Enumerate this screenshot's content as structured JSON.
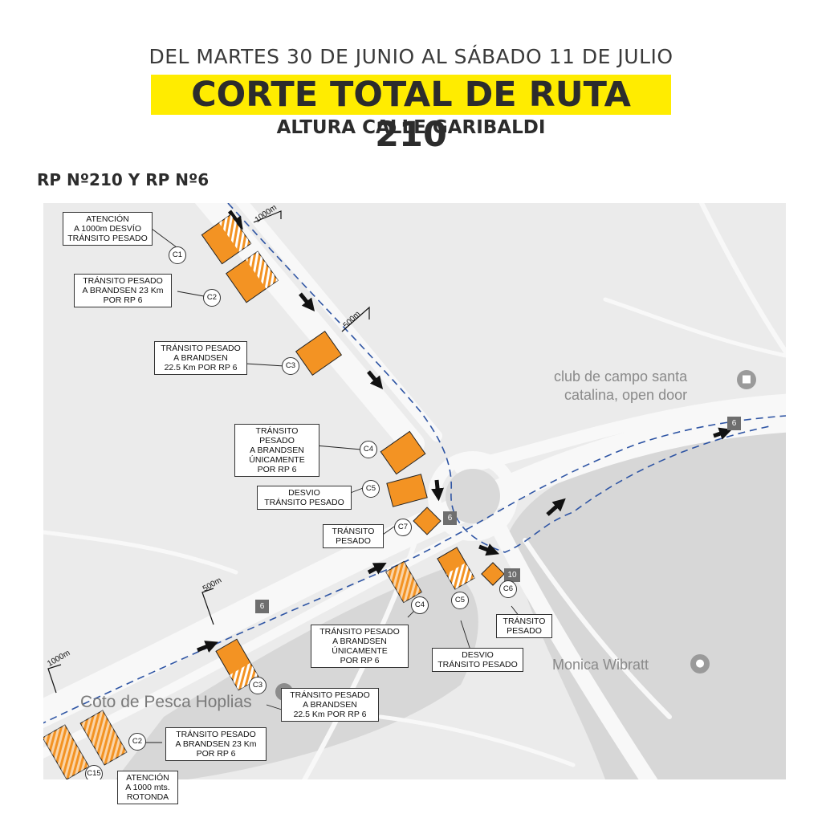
{
  "header": {
    "date_range": "DEL MARTES 30 DE JUNIO AL SÁBADO 11 DE JULIO",
    "title": "CORTE TOTAL DE RUTA 210",
    "subtitle": "ALTURA CALLE GARIBALDI",
    "routes": "RP Nº210 Y RP Nº6",
    "title_bg_color": "#ffec00"
  },
  "map": {
    "pois": {
      "club_line1": "club de campo santa",
      "club_line2": "catalina, open door",
      "monica": "Monica Wibratt",
      "coto": "Coto de Pesca Hoplias"
    },
    "shields": {
      "route6_north": "6",
      "route6_west": "6",
      "route6_center": "6",
      "route10": "10"
    },
    "distances": {
      "d1000m_north": "1000m",
      "d500m_north": "500m",
      "d500m_west": "500m",
      "d1000m_west": "1000m"
    },
    "sign_labels": {
      "c1": "ATENCIÓN\nA 1000m DESVÍO\nTRÁNSITO PESADO",
      "c2_north": "TRÁNSITO PESADO\nA BRANDSEN 23 Km\nPOR RP 6",
      "c3_north": "TRÁNSITO PESADO\nA BRANDSEN\n22.5 Km POR RP 6",
      "c4_north": "TRÁNSITO PESADO\nA BRANDSEN\nÚNICAMENTE\nPOR RP 6",
      "c5_north": "DESVIO\nTRÁNSITO PESADO",
      "c7": "TRÁNSITO\nPESADO",
      "c4_south": "TRÁNSITO PESADO\nA BRANDSEN\nÚNICAMENTE\nPOR RP 6",
      "c5_south": "DESVIO\nTRÁNSITO PESADO",
      "c6": "TRÁNSITO\nPESADO",
      "c3_south": "TRÁNSITO PESADO\nA BRANDSEN\n22.5 Km POR RP 6",
      "c2_south": "TRÁNSITO PESADO\nA BRANDSEN 23 Km\nPOR RP 6",
      "c15": "ATENCIÓN\nA 1000 mts.\nROTONDA"
    },
    "codes": {
      "c1": "C1",
      "c2_north": "C2",
      "c3_north": "C3",
      "c4_north": "C4",
      "c5_north": "C5",
      "c7": "C7",
      "c4_south": "C4",
      "c5_south": "C5",
      "c6": "C6",
      "c3_south": "C3",
      "c2_south": "C2",
      "c15": "C15"
    },
    "colors": {
      "map_bg": "#ebebeb",
      "road": "#f8f8f8",
      "lake": "#d7d7d7",
      "sign_orange": "#f39323",
      "route_dash": "#2f55a4"
    }
  }
}
